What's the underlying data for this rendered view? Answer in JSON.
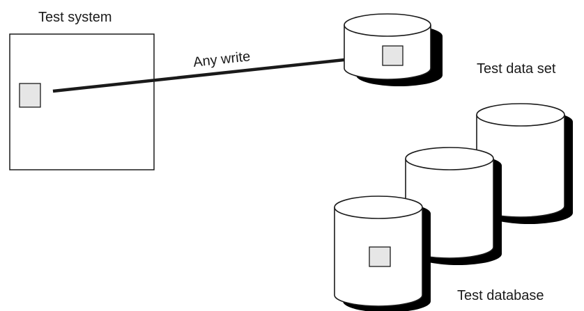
{
  "labels": {
    "test_system": "Test system",
    "any_write": "Any write",
    "test_data_set": "Test data set",
    "test_database": "Test database"
  },
  "colors": {
    "stroke": "#1a1a1a",
    "shadow": "#000000",
    "fill": "#ffffff",
    "record_fill": "#e6e6e6"
  },
  "icons": {
    "record": "record-icon",
    "cylinder": "disk-cylinder-icon"
  }
}
